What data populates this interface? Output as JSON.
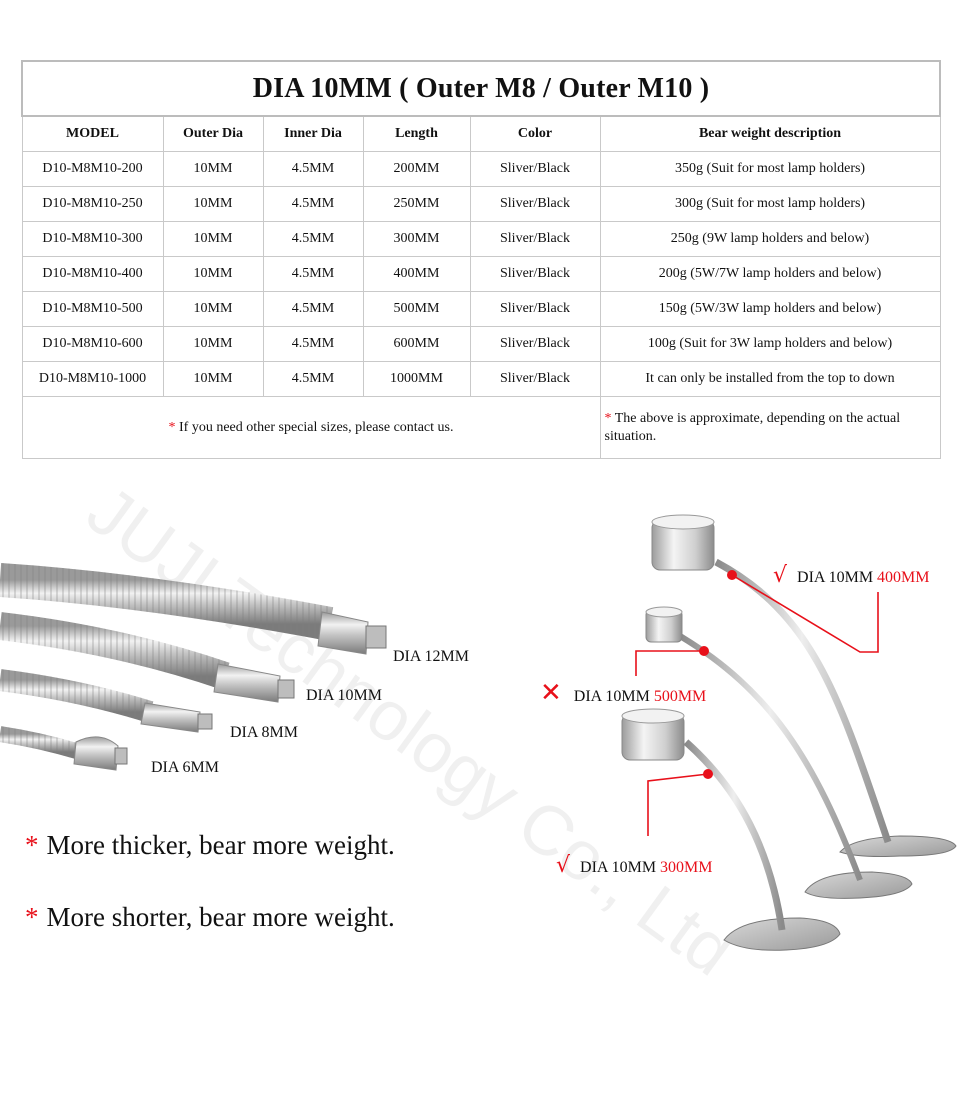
{
  "table": {
    "title": "DIA 10MM  ( Outer M8 / Outer M10 )",
    "headers": [
      "MODEL",
      "Outer Dia",
      "Inner Dia",
      "Length",
      "Color",
      "Bear weight description"
    ],
    "rows": [
      [
        "D10-M8M10-200",
        "10MM",
        "4.5MM",
        "200MM",
        "Sliver/Black",
        "350g (Suit for most lamp holders)"
      ],
      [
        "D10-M8M10-250",
        "10MM",
        "4.5MM",
        "250MM",
        "Sliver/Black",
        "300g (Suit for most lamp holders)"
      ],
      [
        "D10-M8M10-300",
        "10MM",
        "4.5MM",
        "300MM",
        "Sliver/Black",
        "250g (9W lamp holders and below)"
      ],
      [
        "D10-M8M10-400",
        "10MM",
        "4.5MM",
        "400MM",
        "Sliver/Black",
        "200g (5W/7W lamp holders and below)"
      ],
      [
        "D10-M8M10-500",
        "10MM",
        "4.5MM",
        "500MM",
        "Sliver/Black",
        "150g (5W/3W lamp holders and below)"
      ],
      [
        "D10-M8M10-600",
        "10MM",
        "4.5MM",
        "600MM",
        "Sliver/Black",
        "100g (Suit for 3W lamp holders and below)"
      ],
      [
        "D10-M8M10-1000",
        "10MM",
        "4.5MM",
        "1000MM",
        "Sliver/Black",
        "It can only be installed from the top to down"
      ]
    ],
    "note_left_star": "*",
    "note_left": " If you need other special sizes, please contact us.",
    "note_right_star": "*",
    "note_right": " The above is approximate, depending on  the actual situation."
  },
  "watermark": "JUJI Technology Co., Ltd",
  "hoses": {
    "labels": [
      "DIA 12MM",
      "DIA 10MM",
      "DIA 8MM",
      "DIA 6MM"
    ]
  },
  "statements": [
    {
      "star": "*",
      "text": "More thicker, bear more weight."
    },
    {
      "star": "*",
      "text": "More shorter, bear more weight."
    }
  ],
  "lamps": {
    "check_mark": "√",
    "cross_mark": "✕",
    "items": [
      {
        "prefix": "DIA 10MM ",
        "length": "400MM",
        "status": "ok"
      },
      {
        "prefix": "DIA 10MM ",
        "length": "500MM",
        "status": "no"
      },
      {
        "prefix": "DIA 10MM ",
        "length": "300MM",
        "status": "ok"
      }
    ]
  },
  "colors": {
    "accent_red": "#e8101a",
    "table_border": "#c9c9c9",
    "metal_light": "#e6e6e6",
    "metal_dark": "#8a8a8a"
  }
}
